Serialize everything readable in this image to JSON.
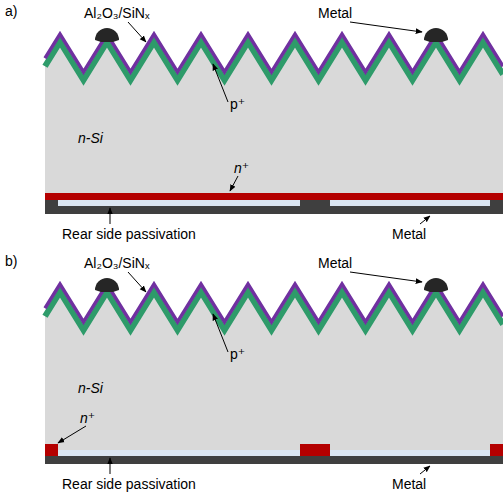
{
  "diagram": {
    "labels": [
      "a)",
      "Al₂O₃/SiNₓ",
      "Metal",
      "p⁺",
      "n-Si",
      "n⁺",
      "Rear side passivation",
      "Metal",
      "b)",
      "Al₂O₃/SiNₓ",
      "Metal",
      "p⁺",
      "n-Si",
      "n⁺",
      "Rear side passivation",
      "Metal"
    ]
  }
}
